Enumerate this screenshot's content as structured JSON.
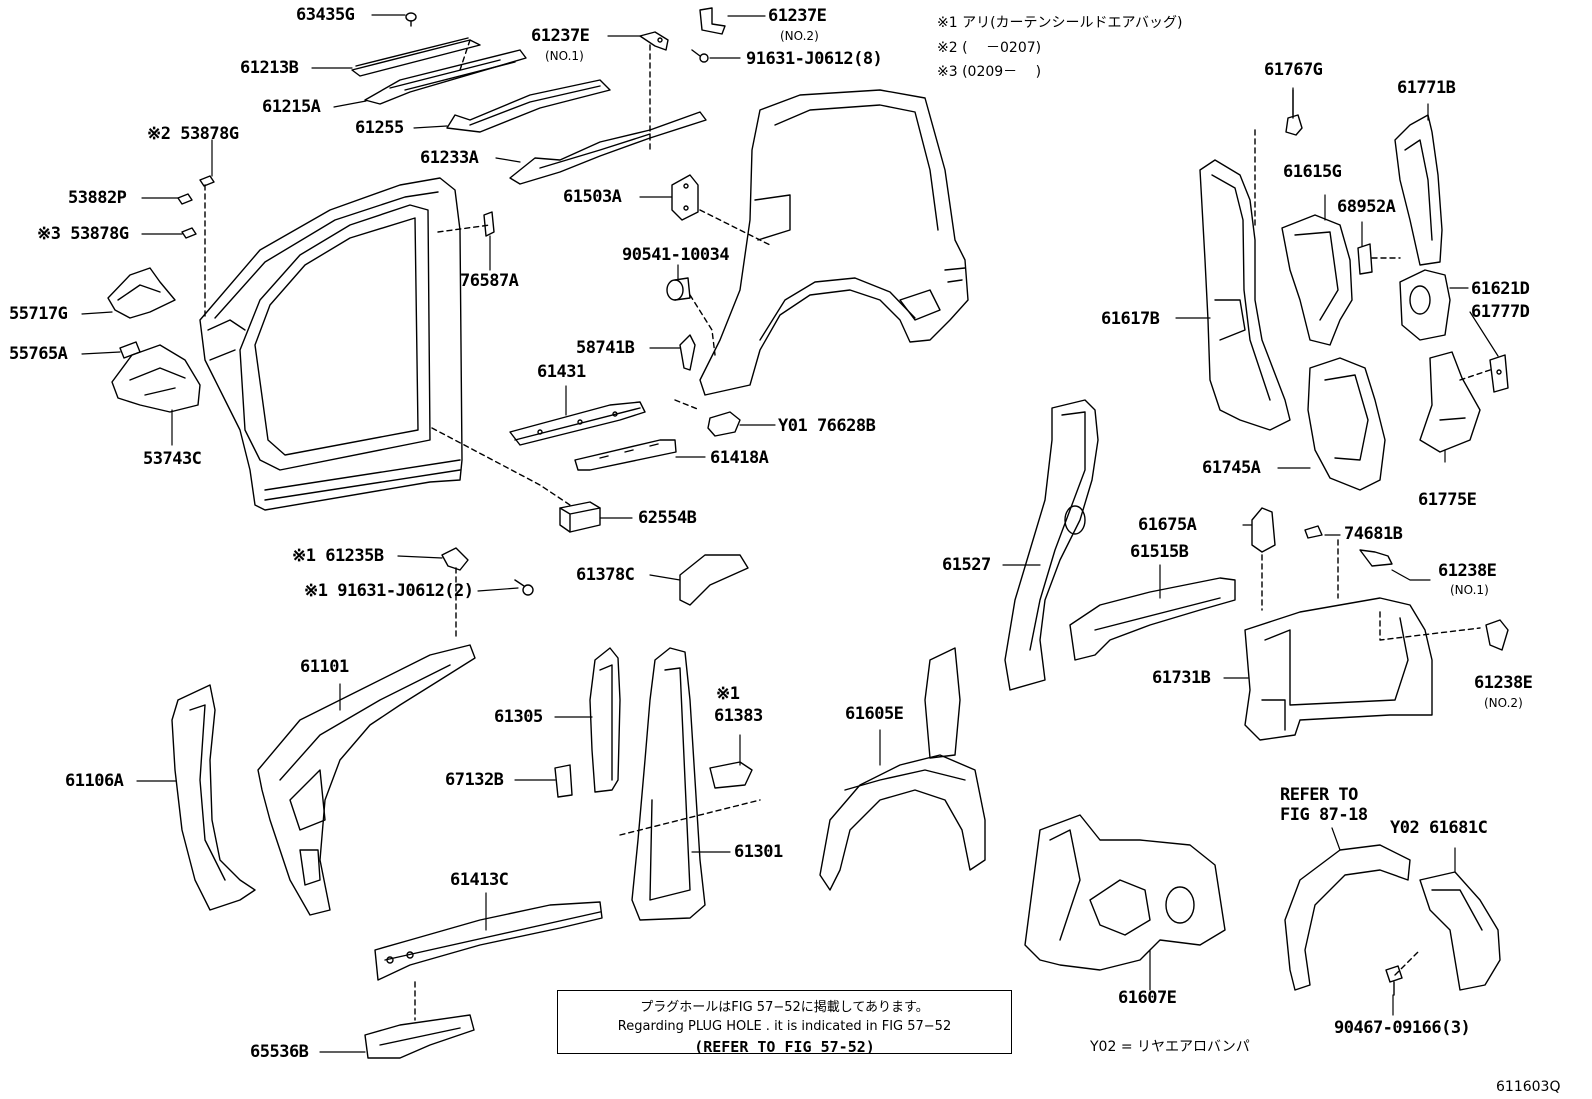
{
  "legend": {
    "note1": "※1 アリ(カーテンシールドエアバッグ)",
    "note2": "※2 (　 －0207)",
    "note3": "※3 (0209－　 )"
  },
  "labels": {
    "p63435G": "63435G",
    "p61213B": "61213B",
    "p61215A": "61215A",
    "p61255": "61255",
    "p61237E_1": "61237E",
    "no1_a": "(NO.1)",
    "p61237E_2": "61237E",
    "no2_a": "(NO.2)",
    "p91631_8": "91631-J0612(8)",
    "p61233A": "61233A",
    "p53878G_2": "※2 53878G",
    "p53882P": "53882P",
    "p53878G_3": "※3 53878G",
    "p55717G": "55717G",
    "p55765A": "55765A",
    "p53743C": "53743C",
    "p76587A": "76587A",
    "p61503A": "61503A",
    "p90541": "90541-10034",
    "p58741B": "58741B",
    "p61431": "61431",
    "p76628B": "Y01 76628B",
    "p61418A": "61418A",
    "p62554B": "62554B",
    "p61767G": "61767G",
    "p61771B": "61771B",
    "p61615G": "61615G",
    "p68952A": "68952A",
    "p61617B": "61617B",
    "p61621D": "61621D",
    "p61777D": "61777D",
    "p61745A": "61745A",
    "p61775E": "61775E",
    "p61235B": "※1 61235B",
    "p91631_2": "※1 91631-J0612(2)",
    "p61378C": "61378C",
    "p61527": "61527",
    "p61675A": "61675A",
    "p74681B": "74681B",
    "p61515B": "61515B",
    "p61238E_1": "61238E",
    "no1_b": "(NO.1)",
    "p61731B": "61731B",
    "p61238E_2": "61238E",
    "no2_b": "(NO.2)",
    "p61101": "61101",
    "p61305": "61305",
    "mark1": "※1",
    "p61383": "61383",
    "p61605E": "61605E",
    "p61106A": "61106A",
    "p67132B": "67132B",
    "p61301": "61301",
    "p61413C": "61413C",
    "refer_to": "REFER TO",
    "fig_87_18": "FIG 87-18",
    "p61681C": "Y02 61681C",
    "p61607E": "61607E",
    "p65536B": "65536B",
    "p90467": "90467-09166(3)"
  },
  "reference_box": {
    "line1": "プラグホールはFIG 57−52に掲載してあります。",
    "line2": "Regarding PLUG HOLE . it is indicated in FIG 57−52",
    "line3": "(REFER TO FIG 57-52)"
  },
  "footnote": "Y02 = リヤエアロバンパ",
  "figure_id": "611603Q"
}
